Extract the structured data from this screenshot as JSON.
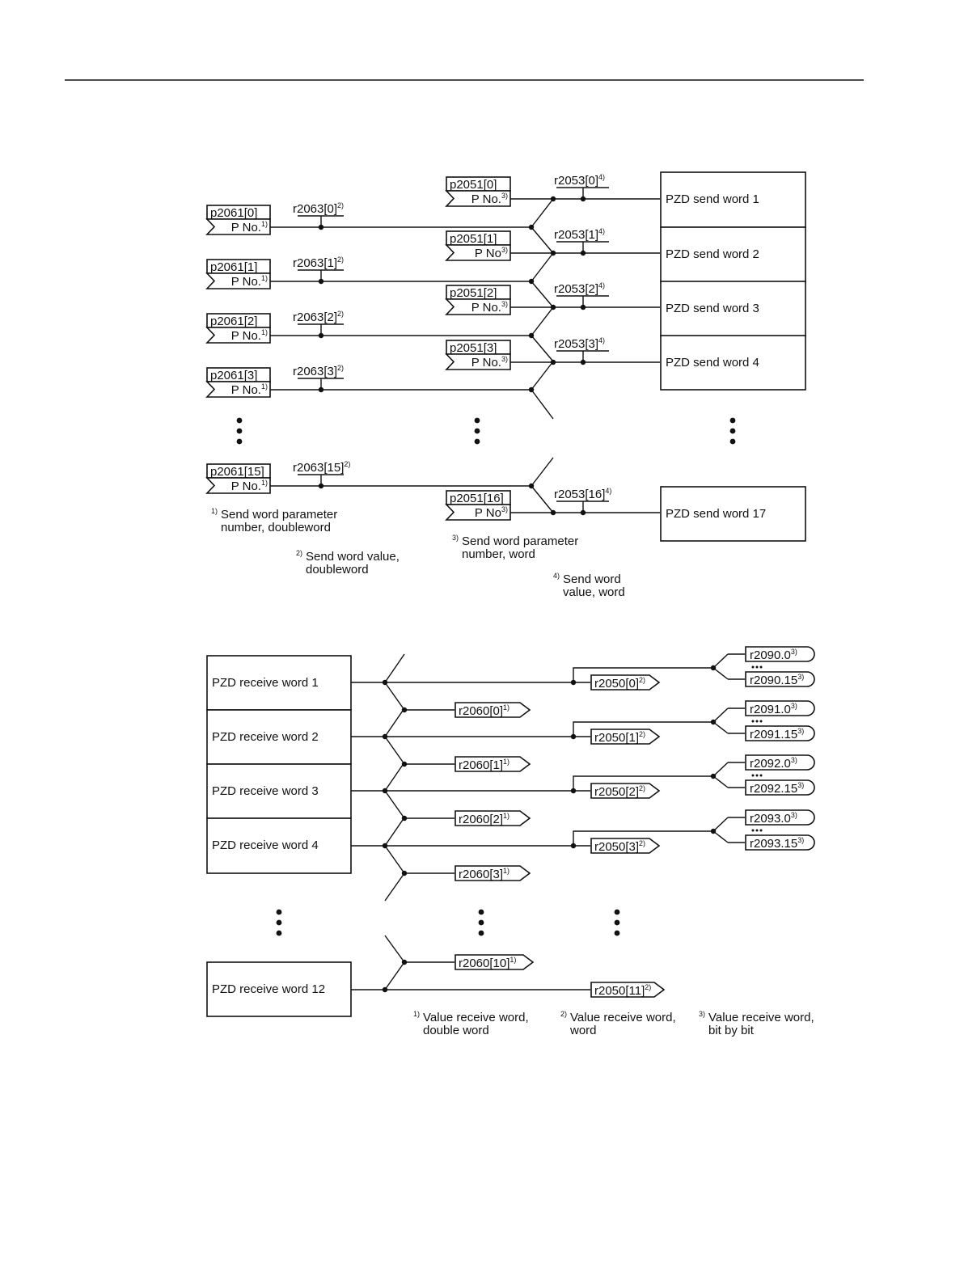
{
  "send": {
    "in_params": [
      {
        "name": "p2061[0]",
        "pno": "P No.",
        "pno_sup": "1)",
        "value": "r2063[0]",
        "value_sup": "2)"
      },
      {
        "name": "p2061[1]",
        "pno": "P No.",
        "pno_sup": "1)",
        "value": "r2063[1]",
        "value_sup": "2)"
      },
      {
        "name": "p2061[2]",
        "pno": "P No.",
        "pno_sup": "1)",
        "value": "r2063[2]",
        "value_sup": "2)"
      },
      {
        "name": "p2061[3]",
        "pno": "P No.",
        "pno_sup": "1)",
        "value": "r2063[3]",
        "value_sup": "2)"
      },
      {
        "name": "p2061[15]",
        "pno": "P No.",
        "pno_sup": "1)",
        "value": "r2063[15]",
        "value_sup": "2)"
      }
    ],
    "word_params": [
      {
        "name": "p2051[0]",
        "pno": "P No.",
        "pno_sup": "3)",
        "value": "r2053[0]",
        "value_sup": "4)"
      },
      {
        "name": "p2051[1]",
        "pno": "P No",
        "pno_sup": "3)",
        "value": "r2053[1]",
        "value_sup": "4)"
      },
      {
        "name": "p2051[2]",
        "pno": "P No.",
        "pno_sup": "3)",
        "value": "r2053[2]",
        "value_sup": "4)"
      },
      {
        "name": "p2051[3]",
        "pno": "P No.",
        "pno_sup": "3)",
        "value": "r2053[3]",
        "value_sup": "4)"
      },
      {
        "name": "p2051[16]",
        "pno": "P No",
        "pno_sup": "3)",
        "value": "r2053[16]",
        "value_sup": "4)"
      }
    ],
    "words": [
      "PZD send word 1",
      "PZD send word 2",
      "PZD send word 3",
      "PZD send word 4",
      "PZD send word 17"
    ],
    "notes": [
      {
        "num": "1)",
        "lines": [
          "Send word parameter",
          "number, doubleword"
        ]
      },
      {
        "num": "2)",
        "lines": [
          "Send word value,",
          "doubleword"
        ]
      },
      {
        "num": "3)",
        "lines": [
          "Send word parameter",
          "number, word"
        ]
      },
      {
        "num": "4)",
        "lines": [
          "Send word",
          "value, word"
        ]
      }
    ]
  },
  "receive": {
    "words": [
      "PZD receive word 1",
      "PZD receive word 2",
      "PZD receive word 3",
      "PZD receive word 4",
      "PZD receive word 12"
    ],
    "dword_outputs": [
      {
        "label": "r2060[0]",
        "sup": "1)"
      },
      {
        "label": "r2060[1]",
        "sup": "1)"
      },
      {
        "label": "r2060[2]",
        "sup": "1)"
      },
      {
        "label": "r2060[3]",
        "sup": "1)"
      },
      {
        "label": "r2060[10]",
        "sup": "1)"
      }
    ],
    "word_outputs": [
      {
        "label": "r2050[0]",
        "sup": "2)"
      },
      {
        "label": "r2050[1]",
        "sup": "2)"
      },
      {
        "label": "r2050[2]",
        "sup": "2)"
      },
      {
        "label": "r2050[3]",
        "sup": "2)"
      },
      {
        "label": "r2050[11]",
        "sup": "2)"
      }
    ],
    "bit_outputs": [
      {
        "first": "r2090.0",
        "last": "r2090.15",
        "sup": "3)"
      },
      {
        "first": "r2091.0",
        "last": "r2091.15",
        "sup": "3)"
      },
      {
        "first": "r2092.0",
        "last": "r2092.15",
        "sup": "3)"
      },
      {
        "first": "r2093.0",
        "last": "r2093.15",
        "sup": "3)"
      }
    ],
    "notes": [
      {
        "num": "1)",
        "lines": [
          "Value receive word,",
          "double word"
        ]
      },
      {
        "num": "2)",
        "lines": [
          "Value receive word,",
          "word"
        ]
      },
      {
        "num": "3)",
        "lines": [
          "Value receive word,",
          "bit by bit"
        ]
      }
    ]
  }
}
